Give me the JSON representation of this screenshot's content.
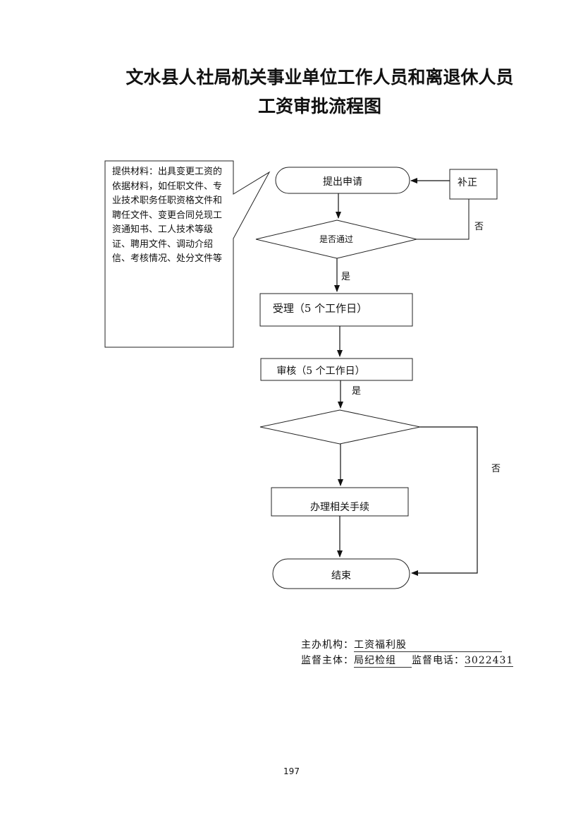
{
  "title": {
    "line1": "文水县人社局机关事业单位工作人员和离退休人员",
    "line2": "工资审批流程图"
  },
  "note": {
    "text": "提供材料：出具变更工资的依据材料，如任职文件、专业技术职务任职资格文件和聘任文件、变更合同兑现工资通知书、工人技术等级证、聘用文件、调动介绍信、考核情况、处分文件等"
  },
  "nodes": {
    "apply": "提出申请",
    "correct": "补正",
    "check_pass": "是否通过",
    "accept": "受理（5 个工作日）",
    "review": "审核（5 个工作日）",
    "handle": "办理相关手续",
    "end": "结束"
  },
  "labels": {
    "yes1": "是",
    "no1": "否",
    "yes2": "是",
    "no2": "否"
  },
  "footer": {
    "org_label": "主办机构：",
    "org_value": "工资福利股",
    "supervisor_label": "监督主体：",
    "supervisor_value": "局纪检组",
    "phone_label": "监督电话：",
    "phone_value": "3022431"
  },
  "page_number": "197"
}
